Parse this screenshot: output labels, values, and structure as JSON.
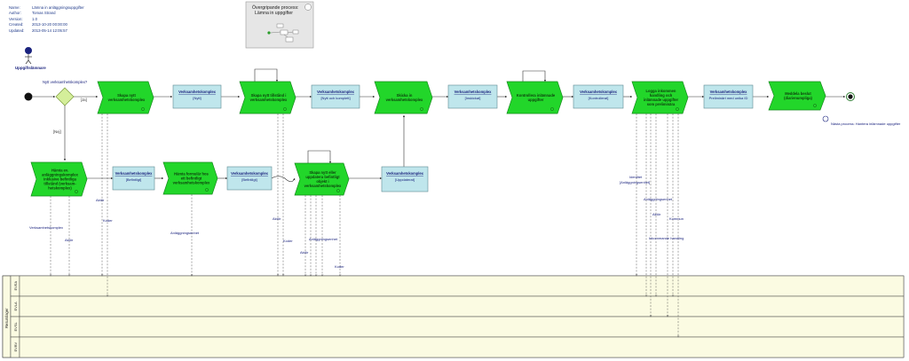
{
  "meta": [
    {
      "label": "Name:",
      "value": "Lämna in anläggningsuppgifter"
    },
    {
      "label": "Author:",
      "value": "Tomas Strand"
    },
    {
      "label": "Version:",
      "value": "1.0"
    },
    {
      "label": "Created:",
      "value": "2013-10-20 00:00:00"
    },
    {
      "label": "Updated:",
      "value": "2013-05-14 12:05:57"
    }
  ],
  "overview": {
    "title1": "Övergripande process:",
    "title2": "Lämna in uppgifter"
  },
  "actor": "Uppgiftslämnare",
  "gateway": {
    "question": "Nytt verksamhetskomplex?",
    "yes": "[Ja]",
    "no": "[Nej]"
  },
  "activities": [
    {
      "id": "a1",
      "lines": [
        "Skapa nytt",
        "verksamhetskomplex"
      ]
    },
    {
      "id": "a2",
      "lines": [
        "Skapa nytt tillstånd i",
        "verksamhetskomplex"
      ]
    },
    {
      "id": "a3",
      "lines": [
        "Skicka in",
        "verksamhetskomplex"
      ]
    },
    {
      "id": "a4",
      "lines": [
        "Kontrollera inlämnade",
        "uppgifter"
      ]
    },
    {
      "id": "a5",
      "lines": [
        "Logga inkommen",
        "handling och",
        "inlämnade uppgifter",
        "som preliminära"
      ]
    },
    {
      "id": "a6",
      "lines": [
        "Meddela beslut",
        "(diarienumpliga)"
      ]
    },
    {
      "id": "a7",
      "lines": [
        "Hämta ev.",
        "anläggningskomplex",
        "inklusive befintliga",
        "tillstånd (verksam-",
        "hetskomplex)"
      ]
    },
    {
      "id": "a8",
      "lines": [
        "Hämta formulär hos",
        "ett befintligt",
        "verksamhetskomplex"
      ]
    },
    {
      "id": "a9",
      "lines": [
        "Skapa nytt eller",
        "uppdatera befintligt",
        "objekt i",
        "verksamhetskomplex"
      ]
    }
  ],
  "objects": [
    {
      "id": "o1",
      "title": "Verksamhetskomplex",
      "state": "[Nytt]"
    },
    {
      "id": "o2",
      "title": "Verksamhetskomplex",
      "state": "[Nytt och komplett]"
    },
    {
      "id": "o3",
      "title": "Verksamhetskomplex",
      "state": "[Inskickat]"
    },
    {
      "id": "o4",
      "title": "Verksamhetskomplex",
      "state": "[Kontrollerat]"
    },
    {
      "id": "o5",
      "title": "Verksamhetskomplex",
      "state": "Preliminärt med unika ID"
    },
    {
      "id": "o6",
      "title": "Verksamhetskomplex",
      "state": "[Befintligt]"
    },
    {
      "id": "o7",
      "title": "Verksamhetskomplex",
      "state": "[Befintligt]"
    },
    {
      "id": "o8",
      "title": "Verksamhetskomplex",
      "state": "[Uppdaterat]"
    }
  ],
  "end_link": "Nästa process: Hantera inlämnade uppgifter",
  "labels": {
    "vk": "Verksamhetskomplex",
    "aktor": "Aktör",
    "koder": "Koder",
    "anl_enhet": "Anläggningsenhet",
    "identitet": "Identitet",
    "anl_paren": "[Anläggningsenhet]",
    "kommun": "Kommun",
    "inkommande": "Inkommande handling"
  },
  "lanes": {
    "pool": "Resurslager",
    "rows": [
      "EVEA",
      "EVLA",
      "EVSL",
      "EVBV"
    ]
  }
}
